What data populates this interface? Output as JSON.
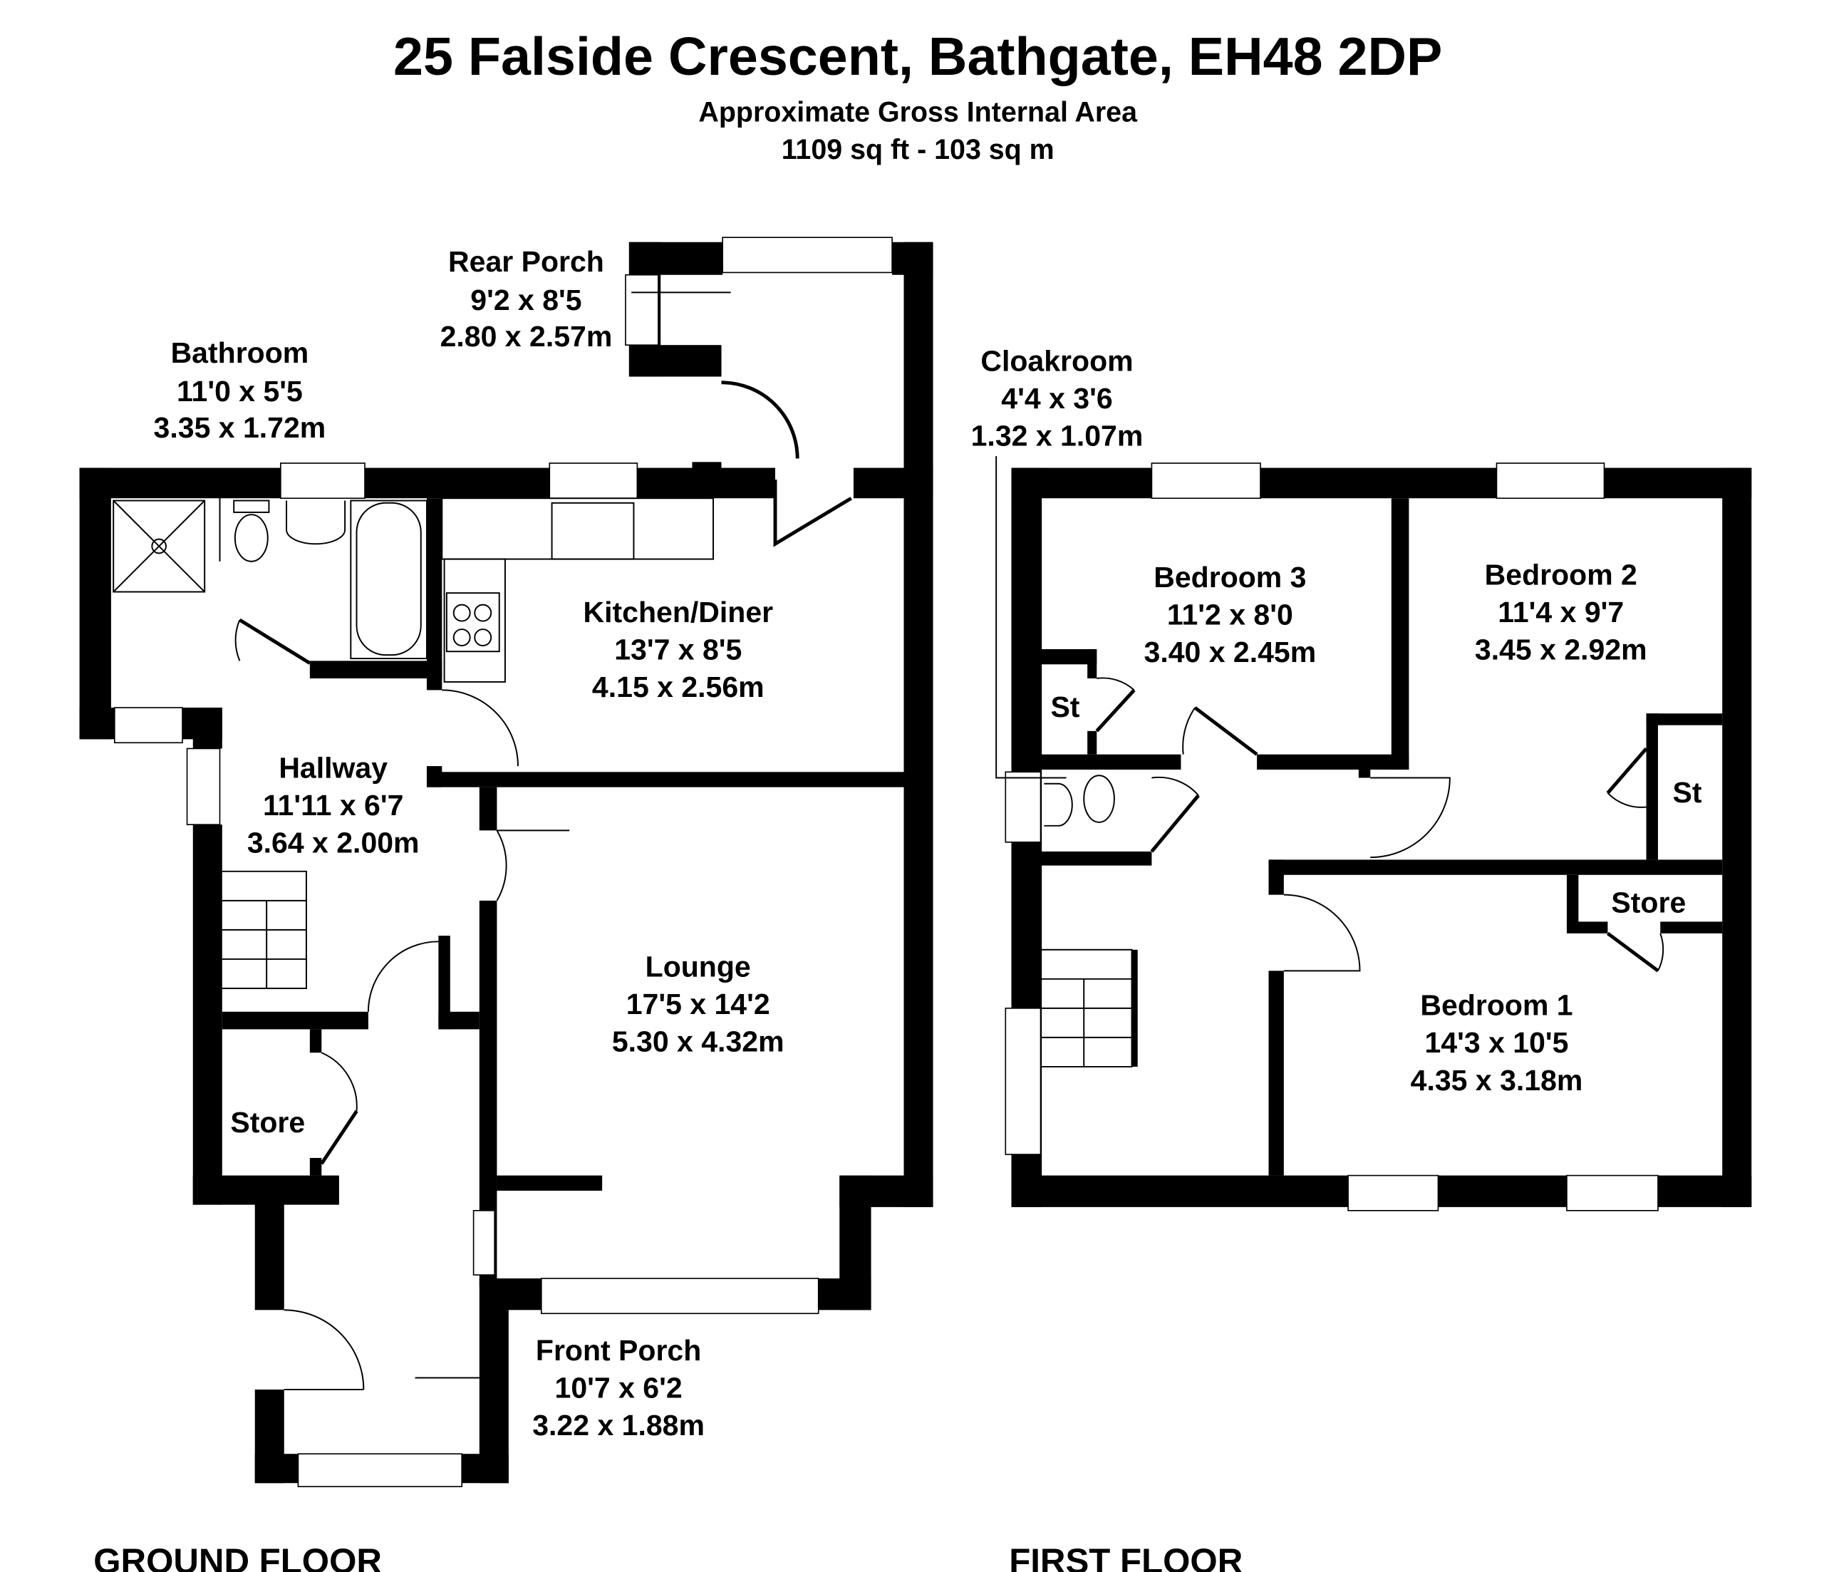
{
  "header": {
    "title": "25 Falside Crescent, Bathgate, EH48 2DP",
    "subtitle": "Approximate Gross Internal Area",
    "area": "1109 sq ft - 103 sq m"
  },
  "ground_floor": {
    "label": "GROUND FLOOR",
    "rooms": [
      {
        "name": "Rear Porch",
        "imperial": "9'2 x 8'5",
        "metric": "2.80 x 2.57m"
      },
      {
        "name": "Bathroom",
        "imperial": "11'0 x 5'5",
        "metric": "3.35 x 1.72m"
      },
      {
        "name": "Kitchen/Diner",
        "imperial": "13'7 x 8'5",
        "metric": "4.15 x 2.56m"
      },
      {
        "name": "Hallway",
        "imperial": "11'11 x 6'7",
        "metric": "3.64 x 2.00m"
      },
      {
        "name": "Lounge",
        "imperial": "17'5 x 14'2",
        "metric": "5.30 x 4.32m"
      },
      {
        "name": "Store"
      },
      {
        "name": "Front Porch",
        "imperial": "10'7 x 6'2",
        "metric": "3.22 x 1.88m"
      }
    ]
  },
  "first_floor": {
    "label": "FIRST FLOOR",
    "rooms": [
      {
        "name": "Cloakroom",
        "imperial": "4'4 x 3'6",
        "metric": "1.32 x 1.07m"
      },
      {
        "name": "Bedroom 3",
        "imperial": "11'2 x 8'0",
        "metric": "3.40 x 2.45m"
      },
      {
        "name": "Bedroom 2",
        "imperial": "11'4 x 9'7",
        "metric": "3.45 x 2.92m"
      },
      {
        "name": "Bedroom 1",
        "imperial": "14'3 x 10'5",
        "metric": "4.35 x 3.18m"
      },
      {
        "name": "St"
      },
      {
        "name": "St"
      },
      {
        "name": "Store"
      }
    ]
  }
}
